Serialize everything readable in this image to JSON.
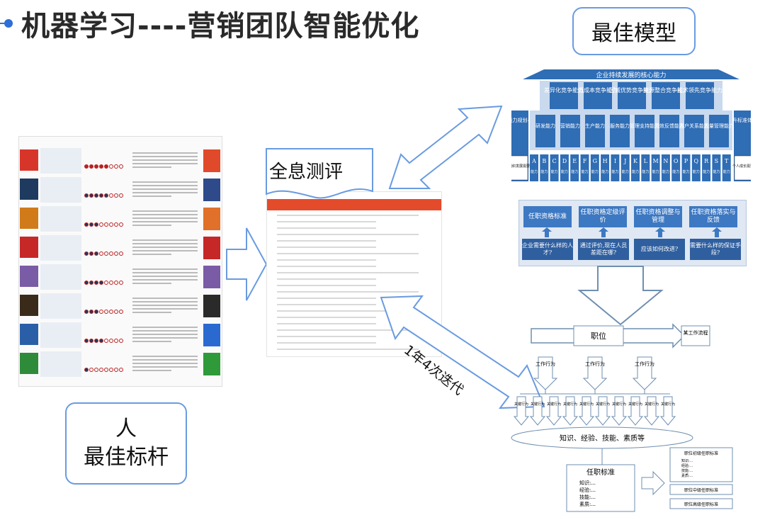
{
  "title": "机器学习----营销团队智能优化",
  "callouts": {
    "best_model": "最佳模型",
    "holographic": "全息测评",
    "person_line1": "人",
    "person_line2": "最佳标杆",
    "iteration": "1年4次迭代"
  },
  "pyramid": {
    "roof": "企业持续发展的核心能力",
    "top_row": [
      "差异化竞争能力",
      "低成本竞争能力",
      "区域优势竞争能力",
      "资源整合竞争能力",
      "技术领先竞争能力"
    ],
    "left_pillar": "核心能力规划与成长",
    "right_pillar": "能力晋升标准体系建立",
    "mid_row": [
      "研发能力",
      "营销能力",
      "生产能力",
      "服务能力",
      "管理支持能力",
      "高效反馈能力",
      "客户关系能力",
      "质量管理能力"
    ],
    "letters": [
      "A",
      "B",
      "C",
      "D",
      "E",
      "F",
      "G",
      "H",
      "I",
      "J",
      "K",
      "L",
      "M",
      "N",
      "O",
      "P",
      "Q",
      "R",
      "S",
      "T"
    ],
    "letter_suffix": "能力",
    "left_tag": "组织发展需要",
    "right_tag": "个人成长需要"
  },
  "qualification": {
    "boxes": [
      "任职资格标准",
      "任职资格定级评价",
      "任职资格调整与管理",
      "任职资格落实与反馈"
    ],
    "questions": [
      "企业需要什么样的人才?",
      "通过评价,现在人员差距在哪?",
      "应该如何改进?",
      "需要什么样的保证手段?"
    ]
  },
  "flow": {
    "position": "职位",
    "work_flow": "某工作流程",
    "behavior": "工作行为",
    "key": "关键行为",
    "knowledge": "知识、经验、技能、素质等",
    "standard_title": "任职标准",
    "standard_items": [
      "知识:...",
      "经验:...",
      "技能:...",
      "素质:..."
    ],
    "levels": [
      "职位初级任职标准",
      "职位中级任职标准",
      "职位高级任职标准"
    ],
    "level_items": [
      "知识:...",
      "经验:...",
      "技能:...",
      "素质:..."
    ]
  },
  "colors": {
    "accent": "#2d6fd6",
    "pyramid_blue": "#2f6db5",
    "flow_line": "#6f8fb0"
  },
  "left_doc_row_colors": [
    "#d8352a",
    "#1e3a5f",
    "#d07a1a",
    "#c62828",
    "#7a5ba6",
    "#3a2a1a",
    "#2a5fa8",
    "#2e8b3a"
  ],
  "left_doc_tag_colors": [
    "#e04a2a",
    "#2e4a8a",
    "#e0702a",
    "#c62828",
    "#7a5ba6",
    "#2a2a2a",
    "#2a6ad0",
    "#2e9a3a"
  ],
  "left_doc_filled_dots": [
    5,
    5,
    3,
    3,
    4,
    3,
    4,
    1
  ]
}
